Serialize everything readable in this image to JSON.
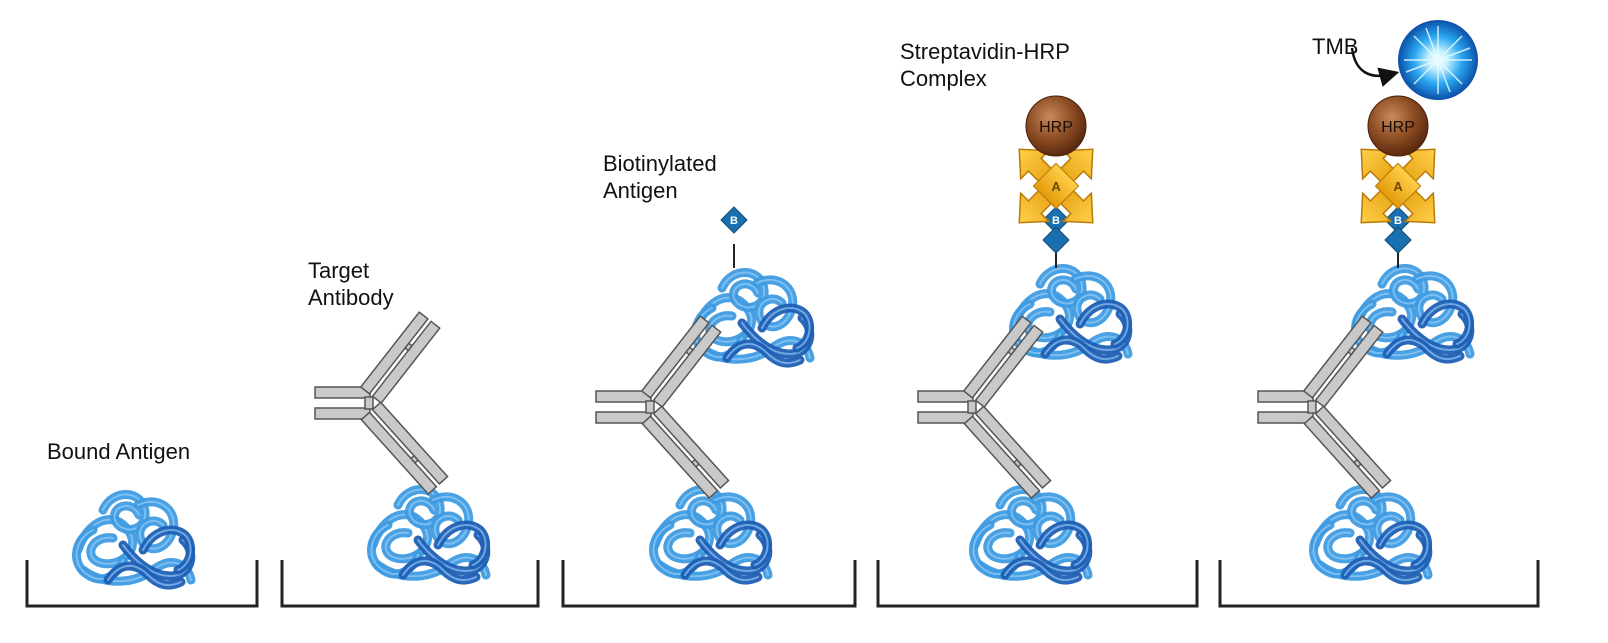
{
  "steps": [
    {
      "label_lines": [
        "Bound Antigen"
      ]
    },
    {
      "label_lines": [
        "Target",
        "Antibody"
      ]
    },
    {
      "label_lines": [
        "Biotinylated",
        "Antigen"
      ]
    },
    {
      "label_lines": [
        "Streptavidin-HRP",
        "Complex"
      ]
    },
    {
      "label_lines": [],
      "substrate_label": "TMB"
    }
  ],
  "marks": {
    "biotin": "B",
    "avidin": "A",
    "hrp": "HRP"
  },
  "colors": {
    "antigen_light": "#3f9be0",
    "antigen_dark": "#1f5fb4",
    "antibody_fill": "#c9c9c9",
    "antibody_stroke": "#555555",
    "biotin": "#1a6fb0",
    "streptavidin": "#f3b21b",
    "hrp": "#8a4a22",
    "tmb_glow": "#2aa6f0",
    "well": "#222222"
  }
}
